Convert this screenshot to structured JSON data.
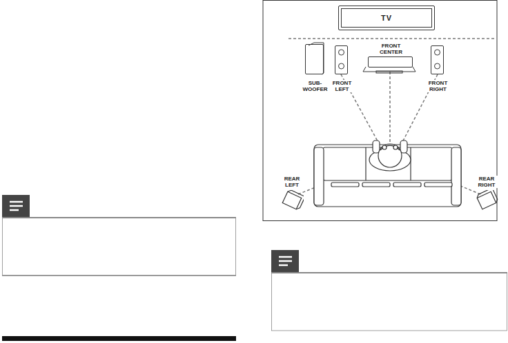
{
  "diagram": {
    "nodes": [
      {
        "text": [
          "TV"
        ]
      },
      {
        "text": [
          "FRONT CENTER"
        ]
      },
      {
        "text": [
          "SUB- WOOFER"
        ]
      },
      {
        "text": [
          "FRONT LEFT"
        ]
      },
      {
        "text": [
          "FRONT RIGHT"
        ]
      },
      {
        "text": [
          "REAR LEFT"
        ]
      },
      {
        "text": [
          "REAR RIGHT"
        ]
      }
    ]
  }
}
